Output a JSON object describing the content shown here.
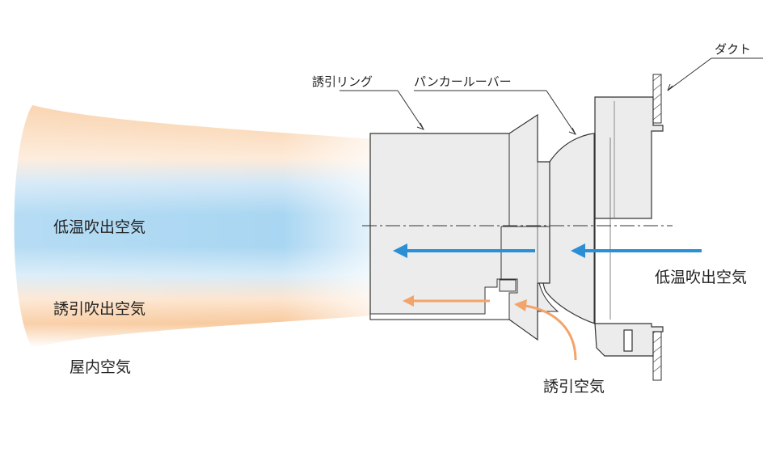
{
  "labels": {
    "induction_ring": "誘引リング",
    "pan_louver": "パンカールーバー",
    "duct": "ダクト",
    "low_temp_outlet_right": "低温吹出空気",
    "low_temp_outlet_left": "低温吹出空気",
    "induced_outlet": "誘引吹出空気",
    "indoor_air": "屋内空気",
    "induced_air": "誘引空気"
  },
  "colors": {
    "low_temp_flow": "#2b8fd6",
    "induced_flow": "#f2a46a",
    "low_temp_plume": "#a9d6f2",
    "induced_plume": "#f8c99c",
    "equipment_fill": "#ececec",
    "outline": "#333333"
  }
}
